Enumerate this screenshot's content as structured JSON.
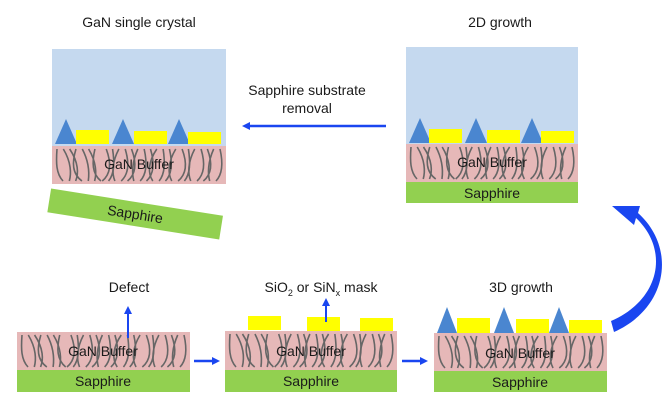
{
  "title": "Epitaxial lateral overgrowth process of GaN",
  "colors": {
    "gan_crystal": "#c5d9ef",
    "gan_buffer": "#e6b8b8",
    "sapphire": "#92d050",
    "mask": "#ffff00",
    "seed": "#4a86d0",
    "defect_line": "#666666",
    "arrow": "#1a46f0",
    "text": "#1a1a1a"
  },
  "layers": {
    "buffer": "GaN Buffer",
    "sapphire": "Sapphire"
  },
  "stages": [
    {
      "id": "buffer",
      "caption": "Defect"
    },
    {
      "id": "mask",
      "caption_parts": [
        "SiO",
        "2",
        " or SiN",
        "x",
        " mask"
      ]
    },
    {
      "id": "3d",
      "caption": "3D growth"
    },
    {
      "id": "2d",
      "caption": "2D growth"
    },
    {
      "id": "single",
      "caption": "GaN  single crystal"
    }
  ],
  "transition": {
    "label_line1": "Sapphire substrate",
    "label_line2": "removal"
  }
}
